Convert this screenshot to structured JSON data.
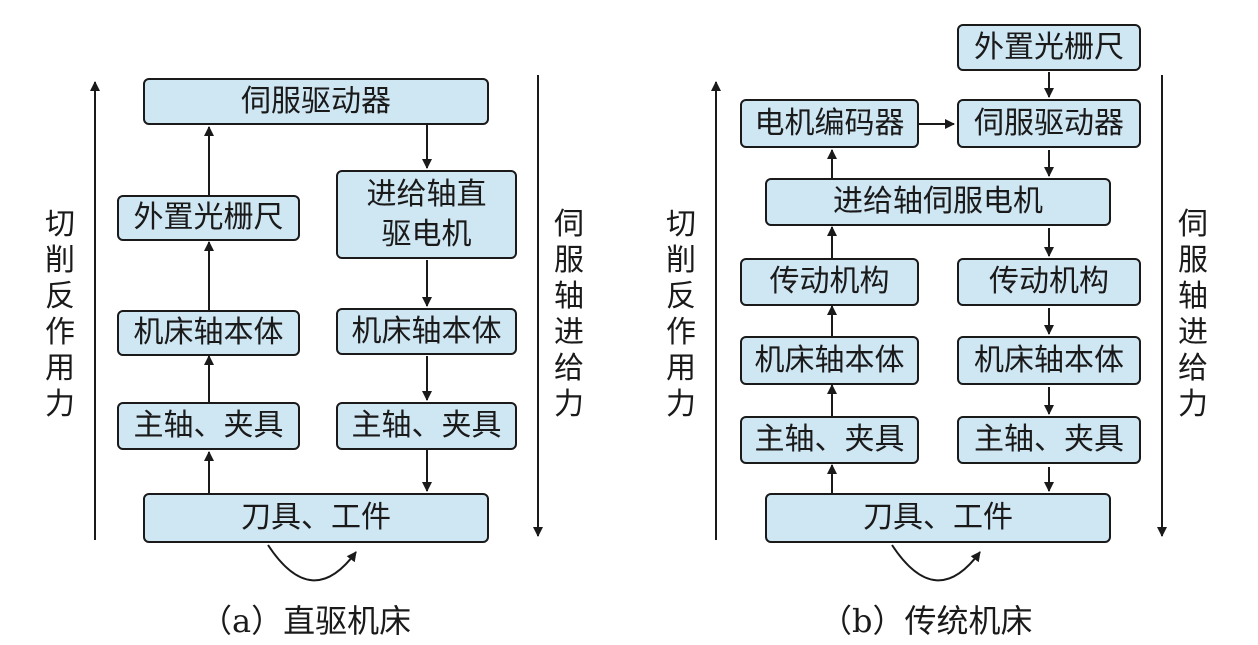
{
  "panel_a": {
    "caption": "（a）直驱机床",
    "left_label": "切削反作用力",
    "right_label": "伺服轴进给力",
    "boxes": {
      "servo_driver": "伺服驱动器",
      "external_grating": "外置光栅尺",
      "linear_motor": "进给轴直驱电机",
      "machine_body_left": "机床轴本体",
      "machine_body_right": "机床轴本体",
      "spindle_left": "主轴、夹具",
      "spindle_right": "主轴、夹具",
      "tool_workpiece": "刀具、工件"
    }
  },
  "panel_b": {
    "caption": "（b）传统机床",
    "left_label": "切削反作用力",
    "right_label": "伺服轴进给力",
    "boxes": {
      "external_grating": "外置光栅尺",
      "motor_encoder": "电机编码器",
      "servo_driver": "伺服驱动器",
      "feed_servo_motor": "进给轴伺服电机",
      "transmission_left": "传动机构",
      "transmission_right": "传动机构",
      "machine_body_left": "机床轴本体",
      "machine_body_right": "机床轴本体",
      "spindle_left": "主轴、夹具",
      "spindle_right": "主轴、夹具",
      "tool_workpiece": "刀具、工件"
    }
  },
  "colors": {
    "box_fill": "#cfe6f3",
    "stroke": "#1a1a1a"
  }
}
